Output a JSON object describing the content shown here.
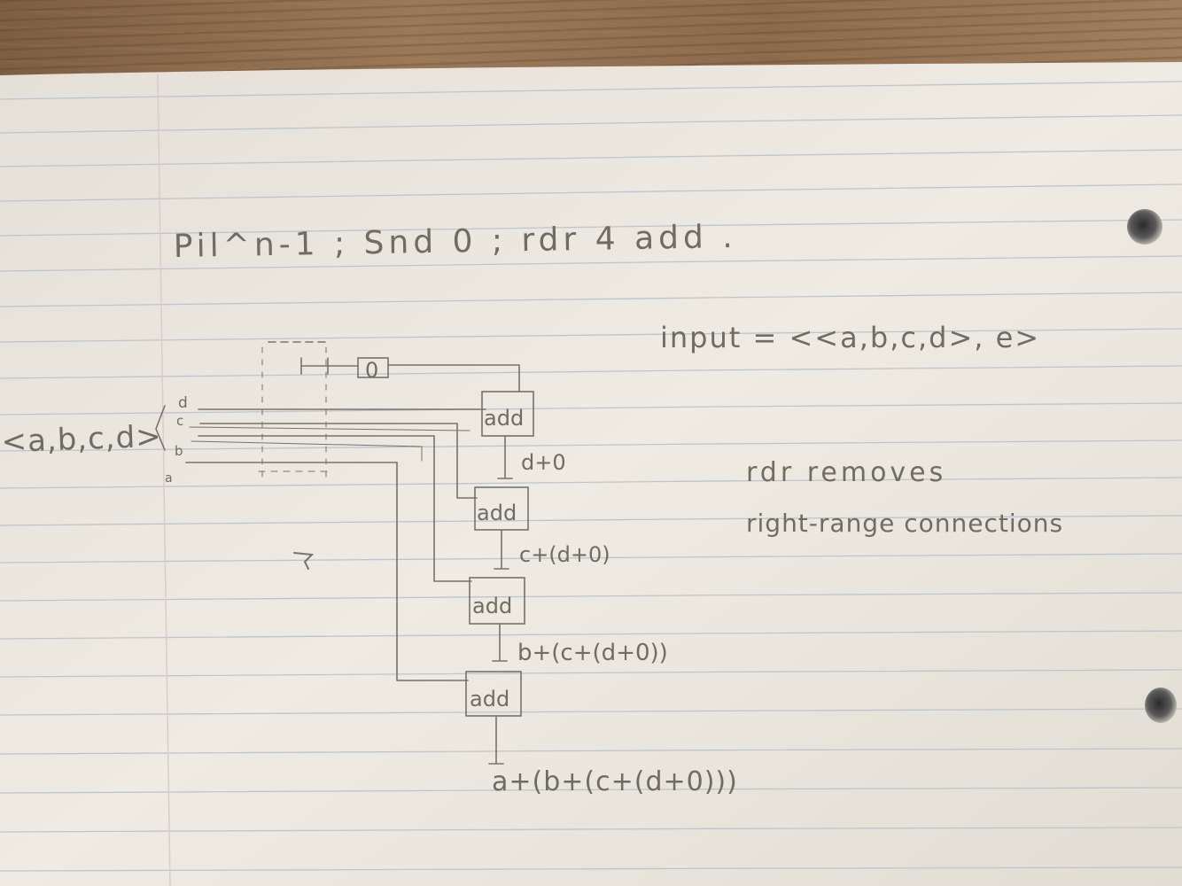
{
  "notes": {
    "heading": "Pil^n-1 ; Snd 0 ; rdr 4 add .",
    "input_line": "input = <<a,b,c,d>, e>",
    "tuple_label": "<a,b,c,d>",
    "wire_labels": [
      "d",
      "c",
      "b",
      "a"
    ],
    "constant_zero": "0",
    "add_label": "add",
    "intermediate": [
      "d+0",
      "c+(d+0)",
      "b+(c+(d+0))"
    ],
    "result": "a+(b+(c+(d+0)))",
    "remark_line1": "rdr removes",
    "remark_line2": "right-range connections"
  },
  "colors": {
    "paper": "#ebe6dc",
    "rule_line": "#b9c3cc",
    "margin_line": "#d9c7c7",
    "pencil": "#6b665d",
    "wood": "#8a6a4c"
  }
}
